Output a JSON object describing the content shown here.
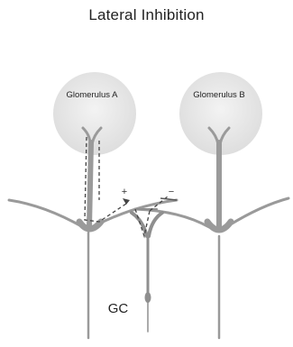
{
  "title": "Lateral Inhibition",
  "labels": {
    "glomerulus_a": "Glomerulus A",
    "glomerulus_b": "Glomerulus B",
    "plus_sign": "+",
    "minus_sign": "−",
    "granule_cell": "GC"
  },
  "colors": {
    "glomerulus_fill": "#e9e9e9",
    "neuron": "#9a9a9a",
    "neuron_light": "#bdbdbd",
    "dashed_path": "#444444",
    "text": "#222222"
  }
}
